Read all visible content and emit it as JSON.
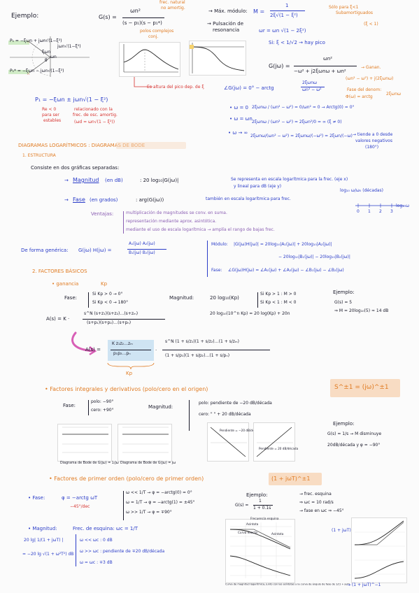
{
  "header": {
    "title": "Ejemplo:",
    "g_expr": "G(s) =",
    "g_num": "ωn²",
    "g_den": "(s − p₁)(s − p₁*)",
    "note_nat_freq": "frec. natural",
    "note_no_damped": "no amortig.",
    "note_complex_poles": "polos complejos",
    "note_conj": "conj."
  },
  "right_top": {
    "max_modulus": "→ Máx. módulo:",
    "m_expr": "M =",
    "m_num": "1",
    "m_den": "2ξ√(1 − ξ²)",
    "note_only_poles": "Sólo para ξ<1",
    "note_subdamped": "Subamortiguados",
    "note_xi": "(ξ < 1)",
    "resonance_label": "→ Pulsación de",
    "resonance_label2": "resonancia",
    "wr_expr": "ωr = ωn √(1 − 2ξ²)",
    "peak_cond": "Si: ξ < 1/√2 → hay pico",
    "gjw_expr": "G(jω) =",
    "gjw_num": "ωn²",
    "gjw_den": "−ω² + j2ξωnω + ωn²",
    "note_gain": "→ Ganan.",
    "gjw_rat": "(ωn² − ω²) + j(2ξωnω)",
    "phase_expr": "∠G(jω) = 0° − arctg",
    "phase_frac_num": "2ξωnω",
    "phase_frac_den": "ωn² − ω²",
    "phase_den_label": "Fase del denom:",
    "phase_den_expr": "Φ(ω) = arctg",
    "bullet_w0": "• ω = 0",
    "bullet_w0_expr": "2ξωnω / (ωn² − ω²) = 0/ωn² = 0 → Arctg(0) = 0°",
    "bullet_wn": "• ω = ωn",
    "bullet_wn_expr": "2ξωnω / (ωn² − ω²) = 2ξωn²/0 = ∞ (ξ ≠ 0)",
    "bullet_winf": "• ω → ∞",
    "bullet_winf_expr": "2ξωnω/(ωn² − ω²) = 2ξωnω/(−ω²) = 2ξωn/(−ω)",
    "note_winf": "→ tiende a 0 desde",
    "note_winf2": "valores negativos",
    "note_winf3": "(180°)",
    "peak_note": "Es altura del pico dep. de ξ"
  },
  "poles": {
    "expr": "P₁ = −ξωn ± jωn√(1 − ξ²)",
    "re_note": "Re < 0",
    "re_note2": "para ser",
    "re_note3": "estables",
    "damped_note": "relacionado con la",
    "damped_note2": "frec. de osc. amortig.",
    "damped_note3": "(ωd = ωn√(1 − ξ²))",
    "plane_labels": [
      "P₁ = −ξωn + jωn√(1−ξ²)",
      "P₁* = −ξωn − jωn√(1−ξ²)",
      "jωn√(1−ξ²)",
      "ξωn",
      "θ",
      "ωn"
    ]
  },
  "bode": {
    "heading": "DIAGRAMAS LOGARÍTMICOS : DIAGRAMAS DE BODE",
    "section1": "1. ESTRUCTURA",
    "intro": "Consiste en dos gráficas separadas:",
    "magnitude_label": "Magnitud",
    "magnitude_unit": "(en dB)",
    "magnitude_expr": ": 20 log₁₀|G(jω)|",
    "magnitude_note": "Se representa en escala logarítmica para la frec. (eje x)",
    "magnitude_note2": "y lineal para dB (eje y)",
    "log_note": "log₁₀ ω/ω₀ (décadas)",
    "phase_label": "Fase",
    "phase_unit": "(en grados)",
    "phase_expr": ": arg(G(jω))",
    "phase_note": "también en escala logarítmica para frec.",
    "axis_ticks": [
      "0",
      "1",
      "2",
      "3",
      "log₁₀ω"
    ],
    "advantages_label": "Ventajas:",
    "advantages": [
      "multiplicación de magnitudes se conv. en suma.",
      "representación mediante aprox. asintótica.",
      "mediante el uso de escala logarítmica → amplía el rango de bajas frec."
    ]
  },
  "general": {
    "lead": "De forma genérica:",
    "expr": "G(jω) H(jω) =",
    "num": "A₁(jω) A₂(jω)",
    "den": "B₁(jω) B₂(jω)",
    "mod_label": "Módulo:",
    "mod_expr": "|G(jω)H(jω)| = 20log₁₀|A₁(jω)| + 20log₁₀|A₂(jω)|",
    "mod_expr2": "− 20log₁₀|B₁(jω)| − 20log₁₀|B₂(jω)|",
    "phase_label": "Fase:",
    "phase_expr": "∠G(jω)H(jω) = ∠A₁(jω) + ∠A₂(jω) − ∠B₁(jω) − ∠B₂(jω)"
  },
  "factors": {
    "section2": "2. FACTORES BÁSICOS",
    "gain_bullet": "• ganancia",
    "gain_symbol": "Kp",
    "fase": "Fase:",
    "fase_pos": "Si Kp > 0 → 0°",
    "fase_neg": "Si Kp < 0 → 180°",
    "mag_label": "Magnitud:",
    "mag_expr": "20 log₁₀(Kp)",
    "mag_pos": "Si Kp > 1 : M > 0",
    "mag_neg": "Si Kp < 1 : M < 0",
    "mag_ex": "20 log₁₀(10^n Kp) = 20 log(Kp) + 20n",
    "example_label": "Ejemplo:",
    "example_g": "G(s) = 5",
    "example_m": "⇒ M = 20log₁₀(5) ≈ 14 dB",
    "a_expr": "A(s) = K ·",
    "a_num": "s^N (s+z₁)(s+z₂)…(s+zₘ)",
    "a_den": "(s+p₁)(s+p₂)…(s+pₙ)",
    "a2_expr": "A(s) =",
    "a2_gain_num": "K z₁z₂…zₘ",
    "a2_gain_den": "p₁p₂…pₙ",
    "a2_rest_num": "s^N (1 + s/z₁)(1 + s/z₂)…(1 + s/zₘ)",
    "a2_rest_den": "(1 + s/p₁)(1 + s/p₂)…(1 + s/pₙ)",
    "kp_label": "Kp"
  },
  "integral": {
    "heading": "• Factores integrales y derivativos (polo/cero en el origen)",
    "formula": "S^±1 = (jω)^±1",
    "fase": "Fase:",
    "pole": "polo: −90°",
    "zero": "cero: +90°",
    "mag": "Magnitud:",
    "mag_pole": "polo: pendiente de −20 dB/década",
    "mag_zero": "cero:      \"        \"   + 20 dB/década",
    "example": "Ejemplo:",
    "example_g": "G(s) = 1/s → M disminuye",
    "example_m": "20dB/década y φ = −90°",
    "fig_labels": [
      "Pendiente = −20 dB/década",
      "Pendiente = 20 dB/década",
      "Diagrama de Bode de G(jω) = 1/jω",
      "Diagrama de Bode de G(jω) = jω"
    ]
  },
  "first_order": {
    "heading": "• Factores de primer orden (polo/cero de primer orden)",
    "formula": "(1 + jωT)^±1",
    "phase_label": "• Fase:",
    "phase_expr": "φ = −arctg ωT",
    "phase_rate": "−45°/dec",
    "case1": "ω << 1/T → φ = −arctg(0) = 0°",
    "case2": "ω = 1/T → φ = −arctg(1) = ±45°",
    "case3": "ω >> 1/T → φ = ∓90°",
    "mag_label": "• Magnitud:",
    "corner": "Frec. de esquina: ωc = 1/T",
    "mag_expr": "20 lg| 1/(1 + jωT) |",
    "mag_expr2": "= −20 lg √(1 + ω²T²) dB",
    "mag_case1": "ω << ωc : 0 dB",
    "mag_case2": "ω >> ωc : pendiente de ∓20 dB/década",
    "mag_case3": "ω = ωc : ∓3 dB",
    "example": "Ejemplo:",
    "example_g": "G(s) =",
    "example_num": "1",
    "example_den": "1 + 0.1s",
    "example_r1": "→ frec. esquina",
    "example_r2": "⇒ ωc = 10 rad/s",
    "example_r3": "→ fase en ωc ⇒ −45°",
    "plus_label": "(1 + jωT)^+1",
    "minus_label": "→ (1 + jωT)^−1",
    "fig_caption": "Curva de magnitud logarítmica, junto con las asíntotas y la curva de ángulo de fase de 1/(1 + jωT)",
    "fig_labels": [
      "Asíntota",
      "Frecuencia esquina",
      "Curva exacta",
      "Asíntota"
    ]
  },
  "colors": {
    "ink": "#2a3cc8",
    "accent": "#e07b22",
    "emph": "#d6322f"
  }
}
